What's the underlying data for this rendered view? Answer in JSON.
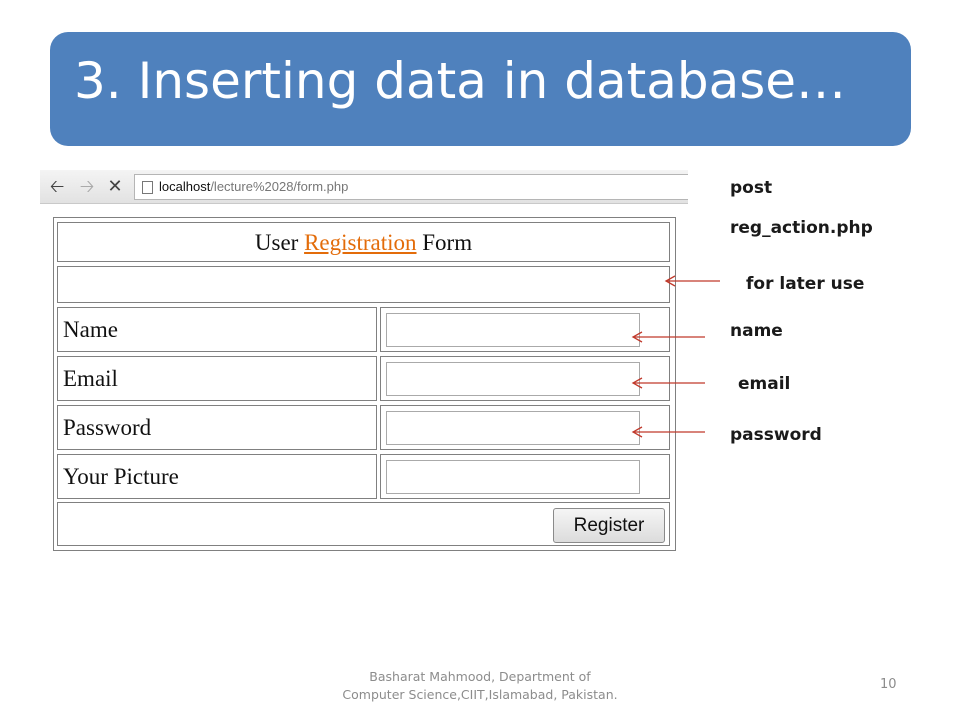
{
  "slide": {
    "title": "3. Inserting data in database…",
    "footer_line1": "Basharat Mahmood, Department of",
    "footer_line2": "Computer Science,CIIT,Islamabad, Pakistan.",
    "page_number": "10"
  },
  "browser": {
    "back_icon": "back-arrow-icon",
    "forward_icon": "forward-arrow-icon",
    "stop_icon": "close-icon",
    "url_host": "localhost",
    "url_path": "/lecture%2028/form.php"
  },
  "form": {
    "heading_prefix": "User ",
    "heading_link": "Registration",
    "heading_suffix": " Form",
    "rows": [
      {
        "label": "Name"
      },
      {
        "label": "Email"
      },
      {
        "label": "Password"
      },
      {
        "label": "Your Picture"
      }
    ],
    "submit_label": "Register"
  },
  "annotations": {
    "method": "post",
    "action": "reg_action.php",
    "blank_row": "for later use",
    "name": "name",
    "email": "email",
    "password": "password"
  },
  "colors": {
    "title_bg": "#4f81bd",
    "link": "#e36c0a",
    "arrow": "#c0392b"
  }
}
